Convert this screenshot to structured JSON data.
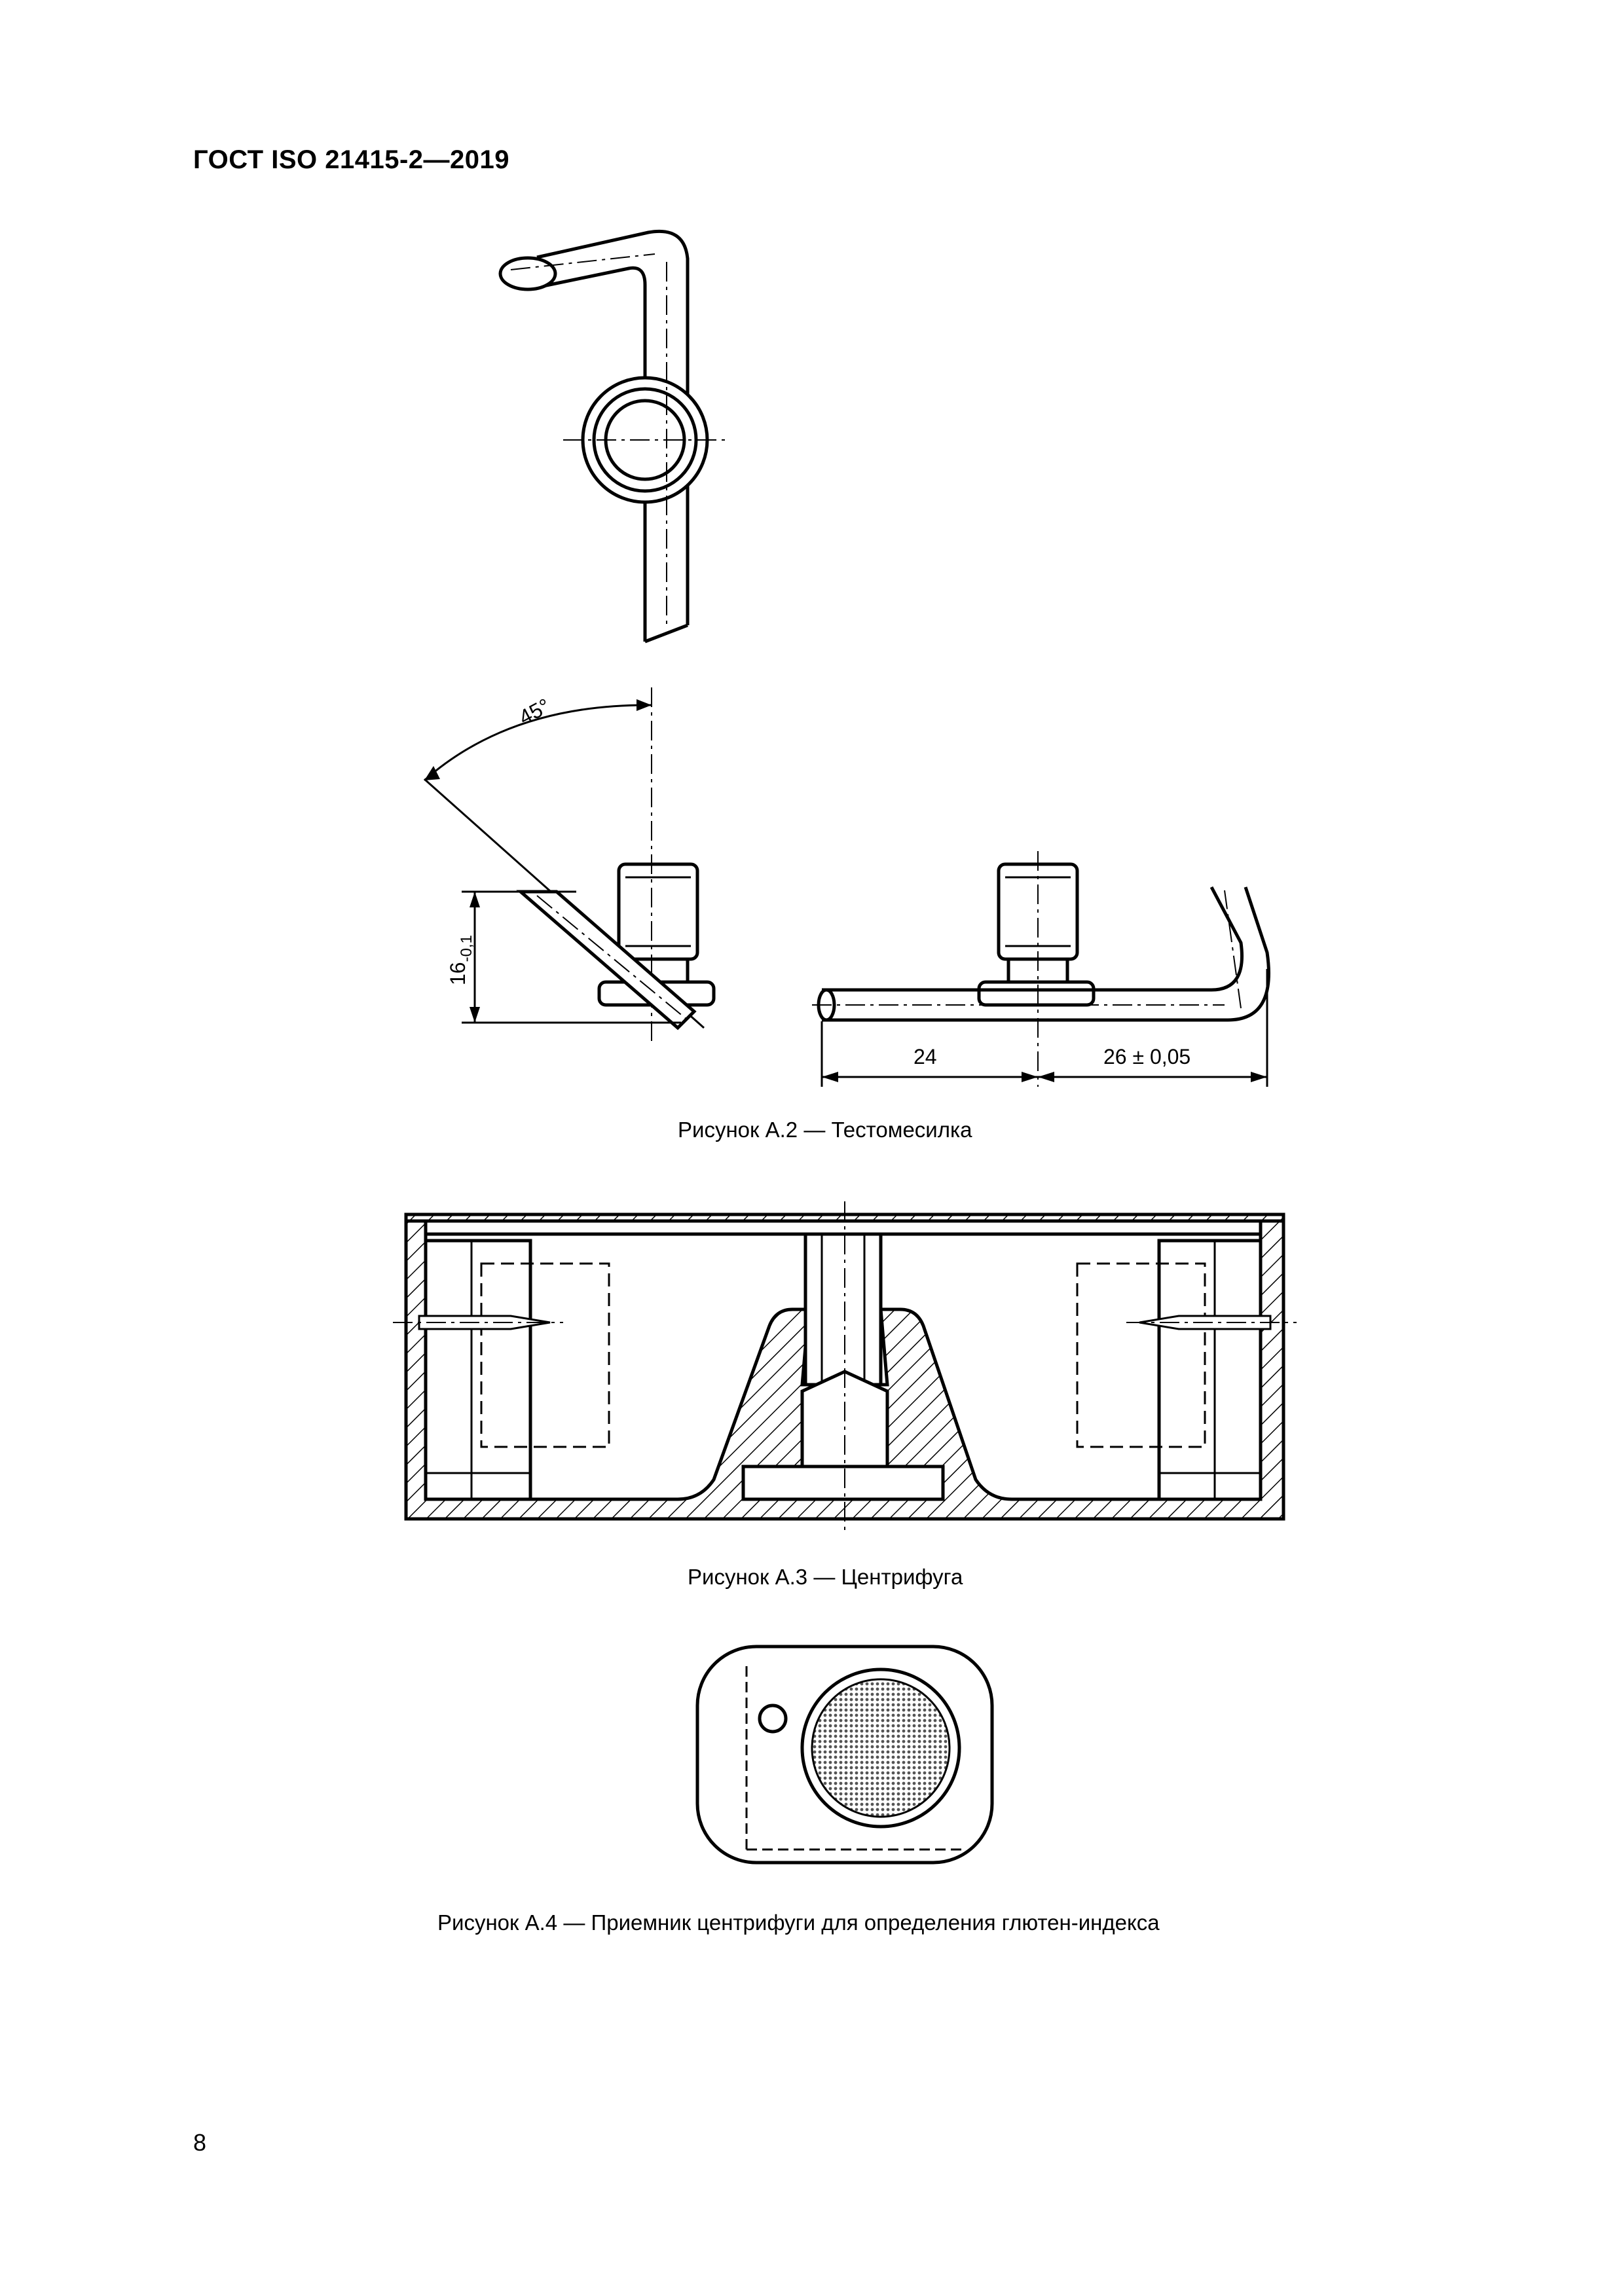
{
  "document": {
    "header": "ГОСТ ISO 21415-2—2019",
    "page_number": "8"
  },
  "figures": {
    "a2": {
      "caption": "Рисунок А.2 — Тестомесилка",
      "dimensions": {
        "angle": "45°",
        "height": "16",
        "height_tolerance": "-0,1",
        "length_left": "24",
        "length_right": "26 ± 0,05"
      }
    },
    "a3": {
      "caption": "Рисунок А.3 — Центрифуга"
    },
    "a4": {
      "caption": "Рисунок А.4 — Приемник центрифуги для определения глютен-индекса"
    }
  }
}
